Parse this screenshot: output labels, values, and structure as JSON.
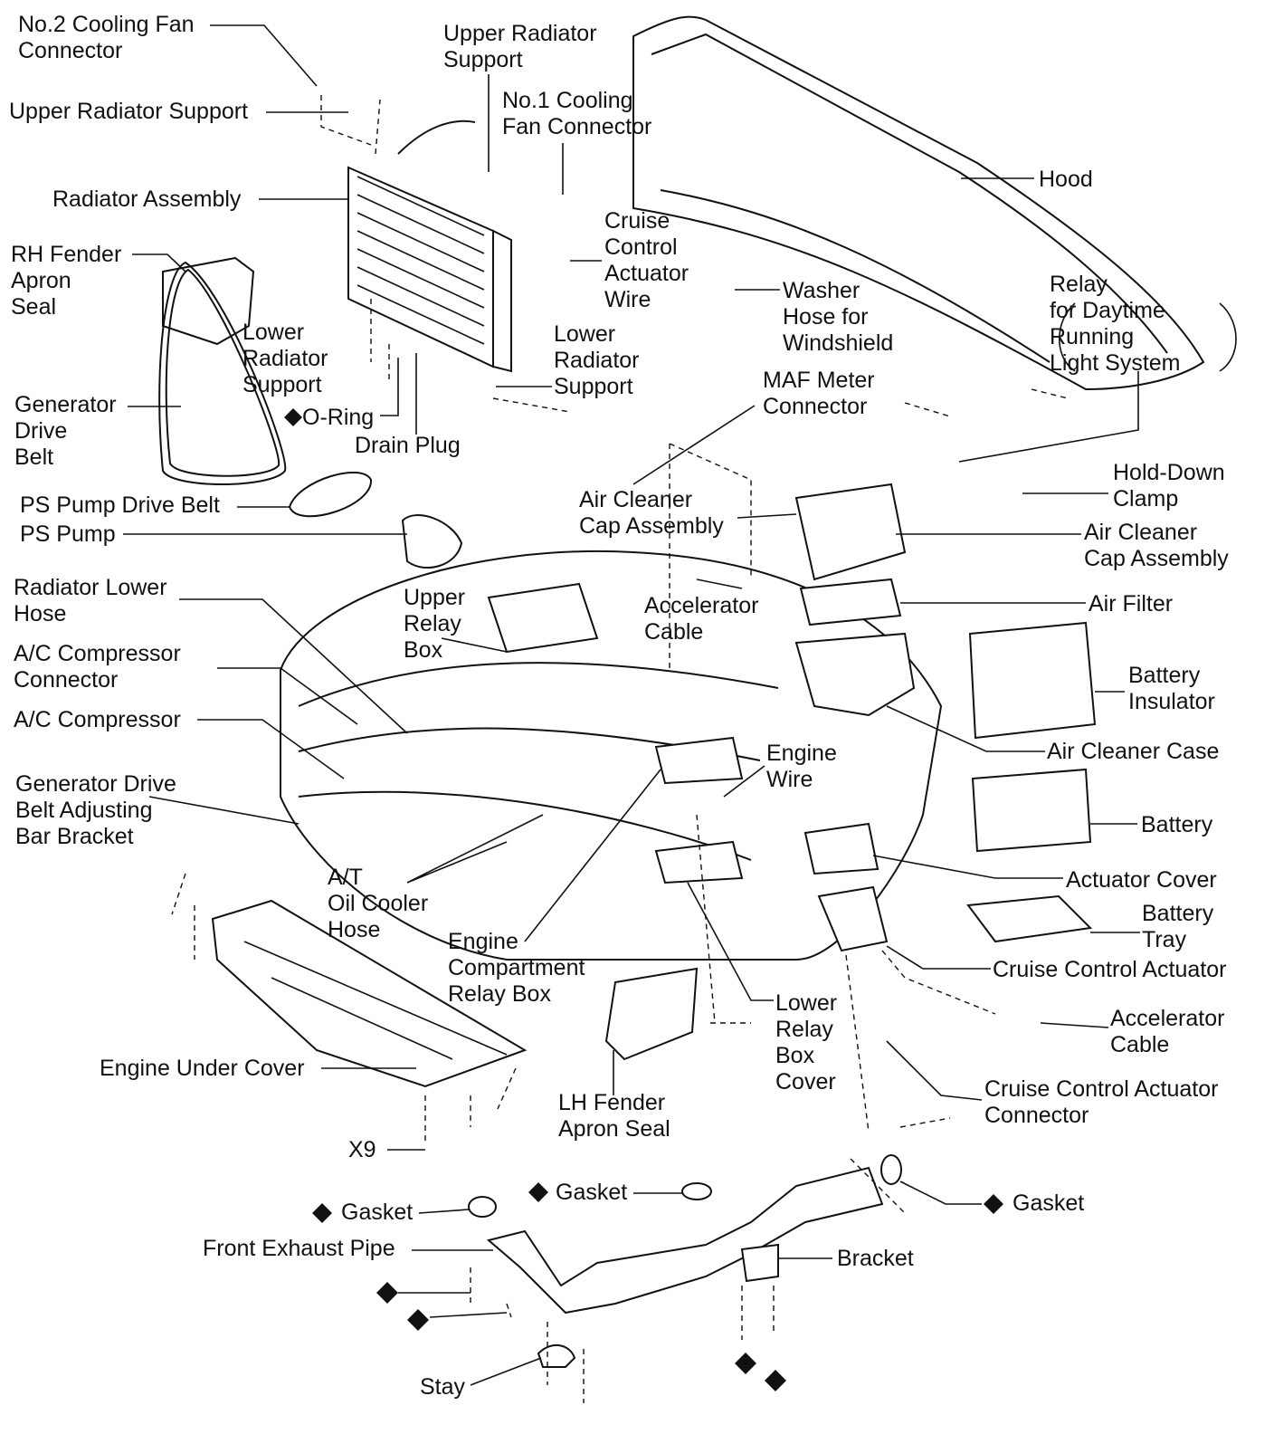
{
  "labels": {
    "no2_fan_connector": "No.2 Cooling Fan\nConnector",
    "upper_rad_support_left": "Upper Radiator Support",
    "upper_rad_support_top": "Upper Radiator\nSupport",
    "no1_fan_connector": "No.1 Cooling\nFan Connector",
    "radiator_assembly": "Radiator Assembly",
    "rh_fender_apron_seal": "RH Fender\nApron\nSeal",
    "cruise_actuator_wire": "Cruise\nControl\nActuator\nWire",
    "hood": "Hood",
    "washer_hose": "Washer\nHose for\nWindshield",
    "relay_drl": "Relay\nfor Daytime\nRunning\nLight System",
    "lower_rad_support_left": "Lower\nRadiator\nSupport",
    "lower_rad_support_right": "Lower\nRadiator\nSupport",
    "generator_drive_belt": "Generator\nDrive\nBelt",
    "o_ring": "O-Ring",
    "drain_plug": "Drain Plug",
    "maf_connector": "MAF Meter\nConnector",
    "ps_pump_drive_belt": "PS Pump Drive Belt",
    "ps_pump": "PS Pump",
    "air_cleaner_cap_center": "Air Cleaner\nCap Assembly",
    "hold_down_clamp": "Hold-Down\nClamp",
    "air_cleaner_cap_right": "Air Cleaner\nCap Assembly",
    "radiator_lower_hose": "Radiator Lower\nHose",
    "upper_relay_box": "Upper\nRelay\nBox",
    "accelerator_cable_top": "Accelerator\nCable",
    "air_filter": "Air Filter",
    "ac_compressor_connector": "A/C Compressor\nConnector",
    "battery_insulator": "Battery\nInsulator",
    "ac_compressor": "A/C Compressor",
    "air_cleaner_case": "Air Cleaner Case",
    "engine_wire": "Engine\nWire",
    "generator_adj_bracket": "Generator Drive\nBelt Adjusting\nBar Bracket",
    "battery": "Battery",
    "at_oil_cooler_hose": "A/T\nOil Cooler\nHose",
    "actuator_cover": "Actuator Cover",
    "battery_tray": "Battery\nTray",
    "engine_compartment_relay_box": "Engine\nCompartment\nRelay Box",
    "cruise_control_actuator": "Cruise Control Actuator",
    "lower_relay_box_cover": "Lower\nRelay\nBox\nCover",
    "accelerator_cable_right": "Accelerator\nCable",
    "engine_under_cover": "Engine Under Cover",
    "lh_fender_apron_seal": "LH Fender\nApron Seal",
    "cruise_actuator_connector": "Cruise Control Actuator\nConnector",
    "x9": "X9",
    "gasket_center": "Gasket",
    "gasket_left": "Gasket",
    "gasket_right": "Gasket",
    "front_exhaust_pipe": "Front Exhaust Pipe",
    "bracket": "Bracket",
    "stay": "Stay"
  }
}
